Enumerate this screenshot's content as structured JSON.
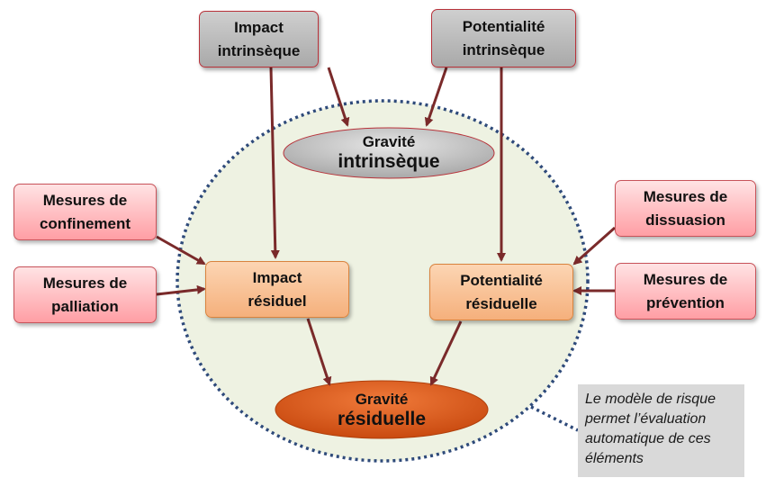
{
  "nodes": {
    "impact_intrinseque": "Impact\nintrinsèque",
    "potentialite_intrinseque": "Potentialité\nintrinsèque",
    "gravite_intrinseque": {
      "line1": "Gravité",
      "line2": "intrinsèque"
    },
    "mesures_confinement": "Mesures de\nconfinement",
    "mesures_palliation": "Mesures de\npalliation",
    "mesures_dissuasion": "Mesures de\ndissuasion",
    "mesures_prevention": "Mesures de\nprévention",
    "impact_residuel": "Impact\nrésiduel",
    "potentialite_residuelle": "Potentialité\nrésiduelle",
    "gravite_residuelle": {
      "line1": "Gravité",
      "line2": "résiduelle"
    }
  },
  "note": "Le modèle de risque\npermet l’évaluation\nautomatique  de ces\néléments",
  "colors": {
    "arrow": "#7a2a2a",
    "circle_fill": "#eef2e2",
    "circle_border": "#2e4a7a",
    "gravite_intrinseque_fill": "#c8c8c8",
    "gravite_residuelle_fill": "#e05a1a"
  }
}
